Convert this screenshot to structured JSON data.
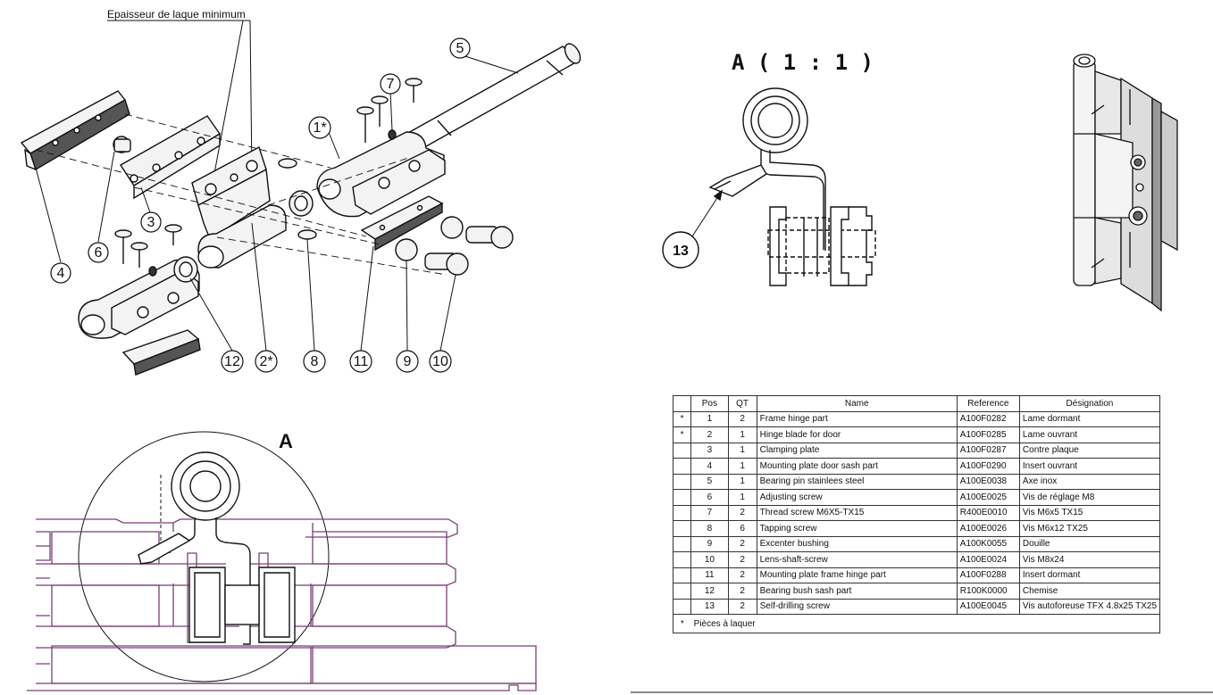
{
  "annotation": "Epaisseur de laque minimum",
  "exploded_callouts": [
    "1*",
    "2*",
    "3",
    "4",
    "5",
    "6",
    "7",
    "8",
    "9",
    "10",
    "11",
    "12"
  ],
  "detail_title": "A ( 1 : 1 )",
  "detail_callout": "13",
  "section_label": "A",
  "table": {
    "headers": [
      "",
      "Pos",
      "QT",
      "Name",
      "Reference",
      "Désignation"
    ],
    "rows": [
      {
        "star": "*",
        "pos": "1",
        "qt": "2",
        "name": "Frame hinge part",
        "ref": "A100F0282",
        "des": "Lame dormant"
      },
      {
        "star": "*",
        "pos": "2",
        "qt": "1",
        "name": "Hinge blade for door",
        "ref": "A100F0285",
        "des": "Lame ouvrant"
      },
      {
        "star": "",
        "pos": "3",
        "qt": "1",
        "name": "Clamping plate",
        "ref": "A100F0287",
        "des": "Contre plaque"
      },
      {
        "star": "",
        "pos": "4",
        "qt": "1",
        "name": "Mounting plate door sash part",
        "ref": "A100F0290",
        "des": "Insert ouvrant"
      },
      {
        "star": "",
        "pos": "5",
        "qt": "1",
        "name": "Bearing pin stainlees steel",
        "ref": "A100E0038",
        "des": "Axe inox"
      },
      {
        "star": "",
        "pos": "6",
        "qt": "1",
        "name": "Adjusting screw",
        "ref": "A100E0025",
        "des": "Vis de réglage M8"
      },
      {
        "star": "",
        "pos": "7",
        "qt": "2",
        "name": "Thread screw M6X5-TX15",
        "ref": "R400E0010",
        "des": "Vis M6x5 TX15"
      },
      {
        "star": "",
        "pos": "8",
        "qt": "6",
        "name": "Tapping screw",
        "ref": "A100E0026",
        "des": "Vis M6x12 TX25"
      },
      {
        "star": "",
        "pos": "9",
        "qt": "2",
        "name": "Excenter bushing",
        "ref": "A100K0055",
        "des": "Douille"
      },
      {
        "star": "",
        "pos": "10",
        "qt": "2",
        "name": "Lens-shaft-screw",
        "ref": "A100E0024",
        "des": "Vis M8x24"
      },
      {
        "star": "",
        "pos": "11",
        "qt": "2",
        "name": "Mounting plate frame hinge part",
        "ref": "A100F0288",
        "des": "Insert dormant"
      },
      {
        "star": "",
        "pos": "12",
        "qt": "2",
        "name": "Bearing bush sash part",
        "ref": "R100K0000",
        "des": "Chemise"
      },
      {
        "star": "",
        "pos": "13",
        "qt": "2",
        "name": "Self-drilling screw",
        "ref": "A100E0045",
        "des": "Vis autoforeuse TFX 4.8x25 TX25"
      }
    ],
    "footnote_star": "*",
    "footnote_text": "Pièces à laquer"
  },
  "colors": {
    "line": "#111111",
    "profile": "#7a3f7a",
    "part_fill": "#f2f2f2"
  }
}
